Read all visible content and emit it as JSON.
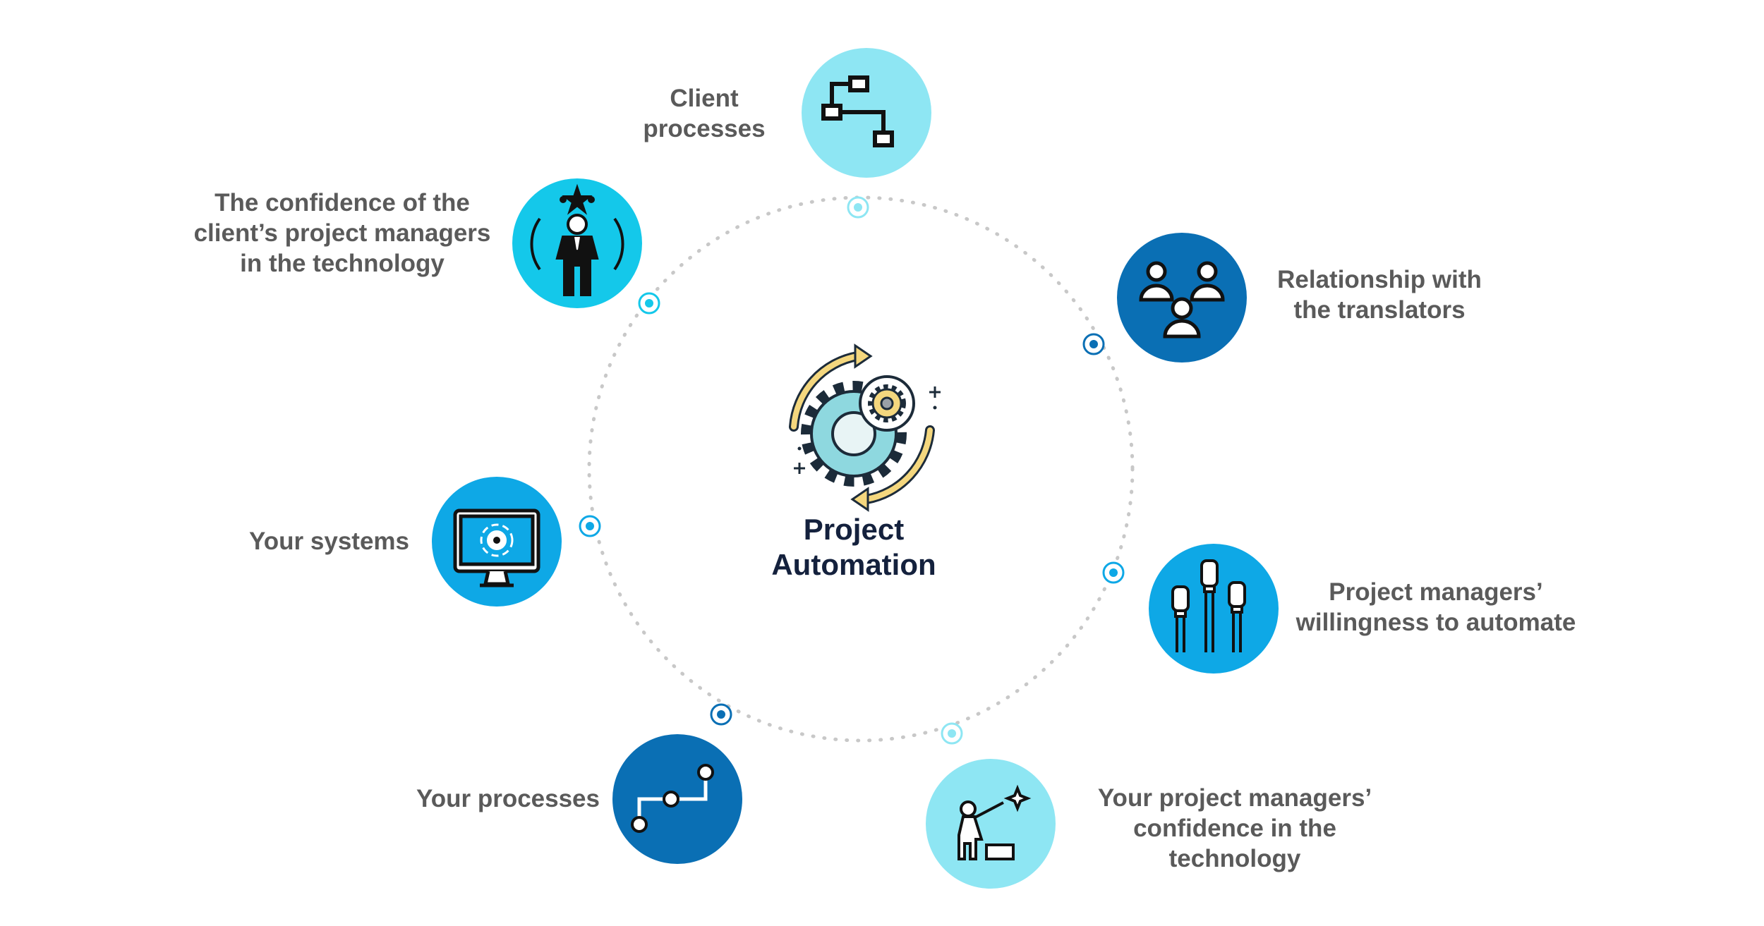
{
  "center": {
    "title_line1": "Project",
    "title_line2": "Automation",
    "icon": "gear-cycle-icon"
  },
  "nodes": [
    {
      "id": "client-processes",
      "lines": [
        "Client",
        "processes"
      ],
      "icon": "flowchart-icon",
      "color": "#8ee6f3"
    },
    {
      "id": "relationship-translators",
      "lines": [
        "Relationship with",
        "the translators"
      ],
      "icon": "team-icon",
      "color": "#0a6fb4"
    },
    {
      "id": "pm-willingness",
      "lines": [
        "Project managers’",
        "willingness to automate"
      ],
      "icon": "raised-hands-icon",
      "color": "#0ea8e6"
    },
    {
      "id": "your-pm-confidence",
      "lines": [
        "Your project managers’",
        "confidence in the",
        "technology"
      ],
      "icon": "achiever-icon",
      "color": "#8ee6f3"
    },
    {
      "id": "your-processes",
      "lines": [
        "Your processes"
      ],
      "icon": "path-icon",
      "color": "#0a6fb4"
    },
    {
      "id": "your-systems",
      "lines": [
        "Your systems"
      ],
      "icon": "monitor-icon",
      "color": "#0ea8e6"
    },
    {
      "id": "client-pm-confidence",
      "lines": [
        "The confidence of the",
        "client’s project managers",
        "in the technology"
      ],
      "icon": "confident-person-icon",
      "color": "#14c8ea"
    }
  ],
  "colors": {
    "label": "#5a5a5a",
    "title": "#14213d",
    "ring": "#c8c8c8",
    "gear_outline": "#1c2b39",
    "gear_fill": "#8ed8df",
    "arrow": "#f4d77e"
  }
}
